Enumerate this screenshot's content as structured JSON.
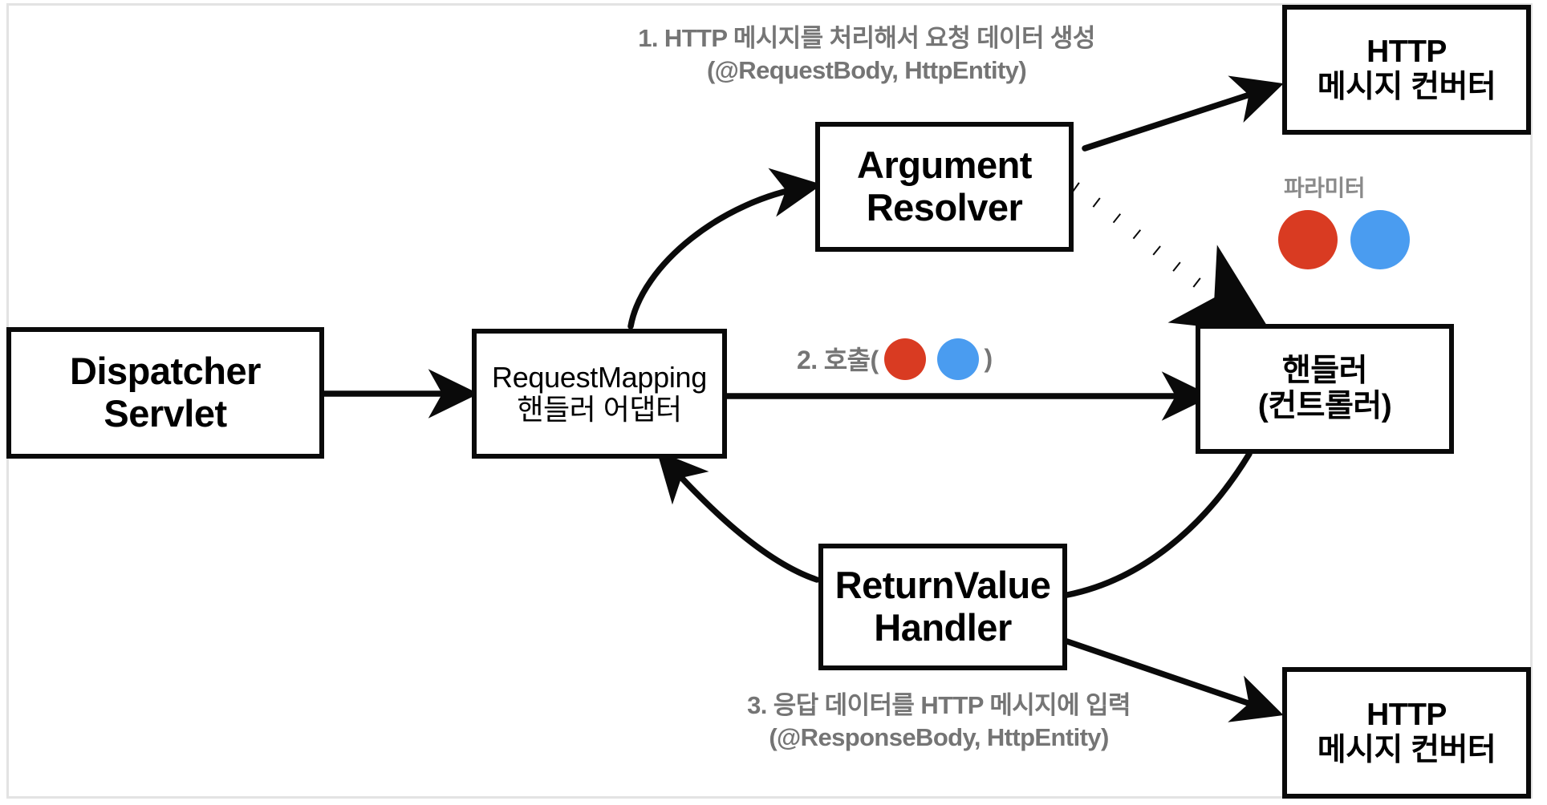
{
  "diagram": {
    "title": "Spring MVC RequestMapping Handler Adapter flow",
    "colors": {
      "stroke": "#0a0a0a",
      "caption_gray": "#757575",
      "param_gray": "#8a8a8a",
      "red_dot": "#d93b22",
      "blue_dot": "#4a9cf0",
      "frame": "#e3e3e3",
      "background": "#ffffff"
    },
    "nodes": [
      {
        "id": "dispatcher-servlet",
        "lines": [
          "Dispatcher",
          "Servlet"
        ]
      },
      {
        "id": "request-mapping-handler-adapter",
        "lines": [
          "RequestMapping",
          "핸들러 어댑터"
        ]
      },
      {
        "id": "argument-resolver",
        "lines": [
          "Argument",
          "Resolver"
        ]
      },
      {
        "id": "http-message-converter-top",
        "lines": [
          "HTTP",
          "메시지 컨버터"
        ]
      },
      {
        "id": "handler-controller",
        "lines": [
          "핸들러",
          "(컨트롤러)"
        ]
      },
      {
        "id": "return-value-handler",
        "lines": [
          "ReturnValue",
          "Handler"
        ]
      },
      {
        "id": "http-message-converter-bottom",
        "lines": [
          "HTTP",
          "메시지 컨버터"
        ]
      }
    ],
    "captions": {
      "step1": {
        "line1": "1. HTTP 메시지를 처리해서 요청 데이터 생성",
        "line2": "(@RequestBody, HttpEntity)"
      },
      "step2": {
        "prefix": "2. 호출(",
        "suffix": ")"
      },
      "step3": {
        "line1": "3. 응답 데이터를 HTTP 메시지에 입력",
        "line2": "(@ResponseBody, HttpEntity)"
      },
      "parameter_label": "파라미터"
    },
    "edges": [
      {
        "id": "dispatcher-to-adapter",
        "from": "dispatcher-servlet",
        "to": "request-mapping-handler-adapter",
        "style": "solid-straight"
      },
      {
        "id": "adapter-to-argument-resolver",
        "from": "request-mapping-handler-adapter",
        "to": "argument-resolver",
        "style": "solid-curved"
      },
      {
        "id": "argument-resolver-to-converter",
        "from": "argument-resolver",
        "to": "http-message-converter-top",
        "style": "solid-straight"
      },
      {
        "id": "argument-resolver-to-handler",
        "from": "argument-resolver",
        "to": "handler-controller",
        "style": "dotted-curved"
      },
      {
        "id": "adapter-to-handler",
        "from": "request-mapping-handler-adapter",
        "to": "handler-controller",
        "style": "solid-straight"
      },
      {
        "id": "handler-to-return-value-handler",
        "from": "handler-controller",
        "to": "return-value-handler",
        "style": "solid-curved-no-head"
      },
      {
        "id": "return-value-handler-to-adapter",
        "from": "return-value-handler",
        "to": "request-mapping-handler-adapter",
        "style": "solid-curved"
      },
      {
        "id": "return-value-handler-to-converter",
        "from": "return-value-handler",
        "to": "http-message-converter-bottom",
        "style": "solid-straight"
      }
    ]
  }
}
